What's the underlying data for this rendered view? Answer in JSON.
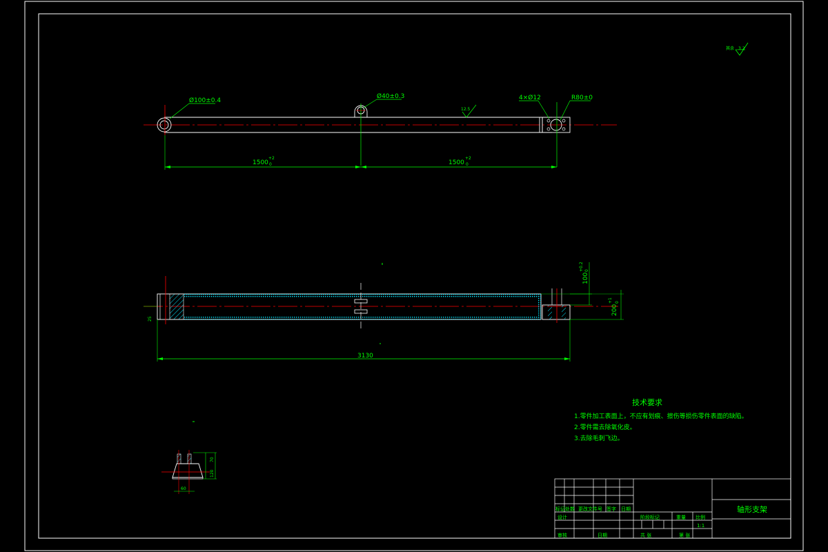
{
  "drawing": {
    "colors": {
      "background": "#000000",
      "outline": "#ffffff",
      "dimension": "#00ff00",
      "centerline": "#ff0000",
      "hatch": "#00e5ff"
    },
    "top_view": {
      "dia_left": "Ø100±0.4",
      "dia_mid": "Ø40±0.3",
      "holes": "4×Ø12",
      "radius": "R80±0",
      "roughness": "12.5",
      "len_left": "1500",
      "len_left_tol_upper": "+2",
      "len_left_tol_lower": "0",
      "len_right": "1500",
      "len_right_tol_upper": "+2",
      "len_right_tol_lower": "0"
    },
    "front_view": {
      "overall_length": "3130",
      "height_small": "100",
      "height_small_tol_upper": "+0.2",
      "height_small_tol_lower": "0",
      "height_large": "200",
      "height_large_tol_upper": "+1",
      "height_large_tol_lower": "0",
      "side_dim": "25"
    },
    "detail_view": {
      "dim_70": "70",
      "dim_120": "120",
      "dim_60": "60"
    },
    "roughness_corner": {
      "label": "其余",
      "value": "3.2"
    },
    "tech_requirements": {
      "title": "技术要求",
      "items": [
        "1.零件加工表面上，不应有划痕、擦伤等损伤零件表面的缺陷。",
        "2.零件需去除氧化皮。",
        "3.去除毛刺飞边。"
      ]
    },
    "title_block": {
      "part_name": "轴形支架",
      "row_labels": [
        "标记",
        "处数",
        "更改文件号",
        "签字",
        "日期"
      ],
      "label_design": "设计",
      "label_check": "审核",
      "label_approve": "日期",
      "stage_label": "阶段标记",
      "weight_label": "重量",
      "scale_label": "比例",
      "scale_value": "1:1",
      "sheets_total": "共 张",
      "sheet_no": "第 张"
    }
  }
}
